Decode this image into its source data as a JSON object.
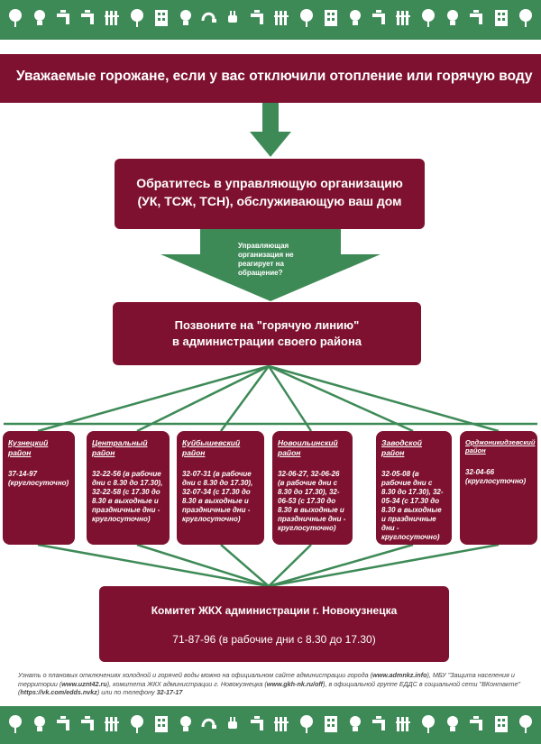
{
  "banner": {
    "text": "Уважаемые горожане, если у вас отключили отопление или горячую воду"
  },
  "step1": {
    "line1": "Обратитесь в управляющую организацию",
    "line2": "(УК, ТСЖ, ТСН), обслуживающую ваш дом"
  },
  "arrow_text": {
    "line1": "Управляющая",
    "line2": "организация не",
    "line3": "реагирует на",
    "line4": "обращение?"
  },
  "step2": {
    "line1": "Позвоните на \"горячую линию\"",
    "line2": "в администрации своего района"
  },
  "districts": [
    {
      "name": "Кузнецкий район",
      "phones": "37-14-97 (круглосуточно)"
    },
    {
      "name": "Центральный район",
      "phones": "32-22-56 (в рабочие дни с 8.30 до 17.30), 32-22-58 (с 17.30 до 8.30 в выходные и праздничные дни - круглосуточно)"
    },
    {
      "name": "Куйбышевский район",
      "phones": "32-07-31 (в рабочие дни с 8.30 до 17.30), 32-07-34 (с 17.30 до 8.30 в выходные и праздничные дни - круглосуточно)"
    },
    {
      "name": "Новоильинский район",
      "phones": "32-06-27, 32-06-26 (в рабочие дни с 8.30 до 17.30), 32-06-53 (с 17.30 до 8.30 в выходные и праздничные дни - круглосуточно)"
    },
    {
      "name": "Заводской район",
      "phones": "32-05-08 (в рабочие дни с 8.30 до 17.30), 32-05-34 (с 17.30 до 8.30 в выходные и праздничные дни - круглосуточно)"
    },
    {
      "name": "Орджоникидзевский район",
      "phones": "32-04-66 (круглосуточно)"
    }
  ],
  "committee": {
    "title": "Комитет ЖКХ администрации г. Новокузнецка",
    "phone": "71-87-96 (в рабочие дни с 8.30 до 17.30)"
  },
  "footnote": {
    "t1": "Узнать о плановых отключениях холодной и горячей воды можно на официальном сайте администрации города (",
    "site1": "www.admnkz.info",
    "t2": "), МБУ \"Защита населения и территории (",
    "site2": "www.uznt42.ru",
    "t3": "), комитета ЖКХ администрации г. Новокузнецка (",
    "site3": "www.gkh-nk.ru/off",
    "t4": "), в официальной группе ЕДДС в социальной сети \"ВКонтакте\"(",
    "site4": "https://vk.com/edds.nvkz",
    "t5": ") или по телефону ",
    "phone": "32-17-17"
  },
  "icons": [
    "tree-icon",
    "bulb-icon",
    "faucet-icon",
    "faucet-icon",
    "radiator-icon",
    "tree-icon",
    "building-icon",
    "bulb-icon",
    "pipe-icon",
    "plug-icon",
    "faucet-icon",
    "radiator-icon",
    "tree-icon",
    "building-icon",
    "bulb-icon",
    "faucet-icon",
    "radiator-icon",
    "tree-icon",
    "bulb-icon",
    "faucet-icon",
    "building-icon",
    "tree-icon"
  ],
  "colors": {
    "accent_green": "#3e8a57",
    "maroon": "#7e1130"
  }
}
